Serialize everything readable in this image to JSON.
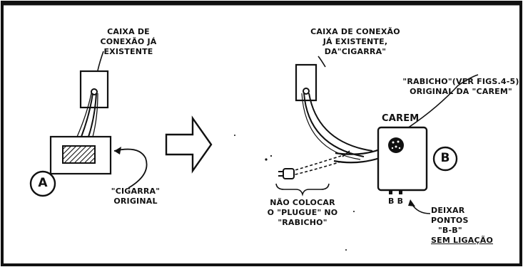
{
  "left": {
    "box_label": [
      "CAIXA DE",
      "CONEXÃO JÁ",
      "EXISTENTE"
    ],
    "cigarra_label": [
      "\"CIGARRA\"",
      "ORIGINAL"
    ],
    "marker": "A"
  },
  "right": {
    "box_label": [
      "CAIXA DE CONEXÃO",
      "JÁ EXISTENTE,",
      "DA\"CIGARRA\""
    ],
    "rabicho_label": [
      "\"RABICHO\"(VER FIGS.4-5)",
      "ORIGINAL DA \"CAREM\""
    ],
    "device_brand": "CAREM",
    "marker": "B",
    "plug_note": [
      "NÃO COLOCAR",
      "O \"PLUGUE\" NO",
      "\"RABICHO\""
    ],
    "points_label": "B B",
    "points_note": [
      "DEIXAR",
      "PONTOS",
      "\"B-B\"",
      "SEM LIGAÇÃO"
    ]
  },
  "colors": {
    "ink": "#111111",
    "paper": "#ffffff"
  },
  "icons": [
    "arrow-right-icon",
    "plug-icon",
    "speaker-grille-icon"
  ]
}
